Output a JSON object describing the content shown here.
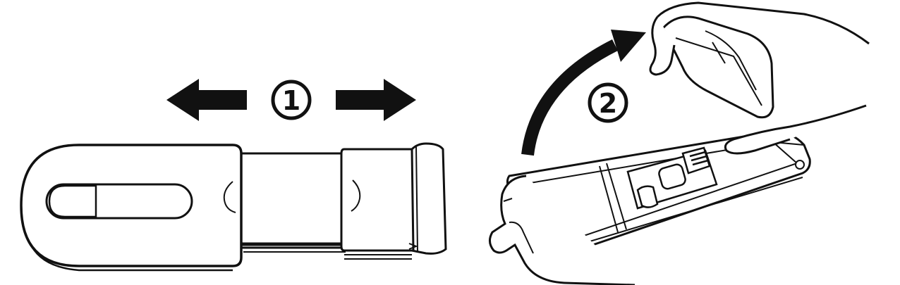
{
  "steps": [
    {
      "number": "1",
      "action": "slide-apart-arrows"
    },
    {
      "number": "2",
      "action": "lift-cover-arrow"
    }
  ],
  "icons": [
    "double-headed-arrow-icon",
    "curved-arrow-icon",
    "step-circle-icon"
  ],
  "colors": {
    "ink": "#111111",
    "paper": "#ffffff",
    "shade": "#e6e6e6"
  }
}
